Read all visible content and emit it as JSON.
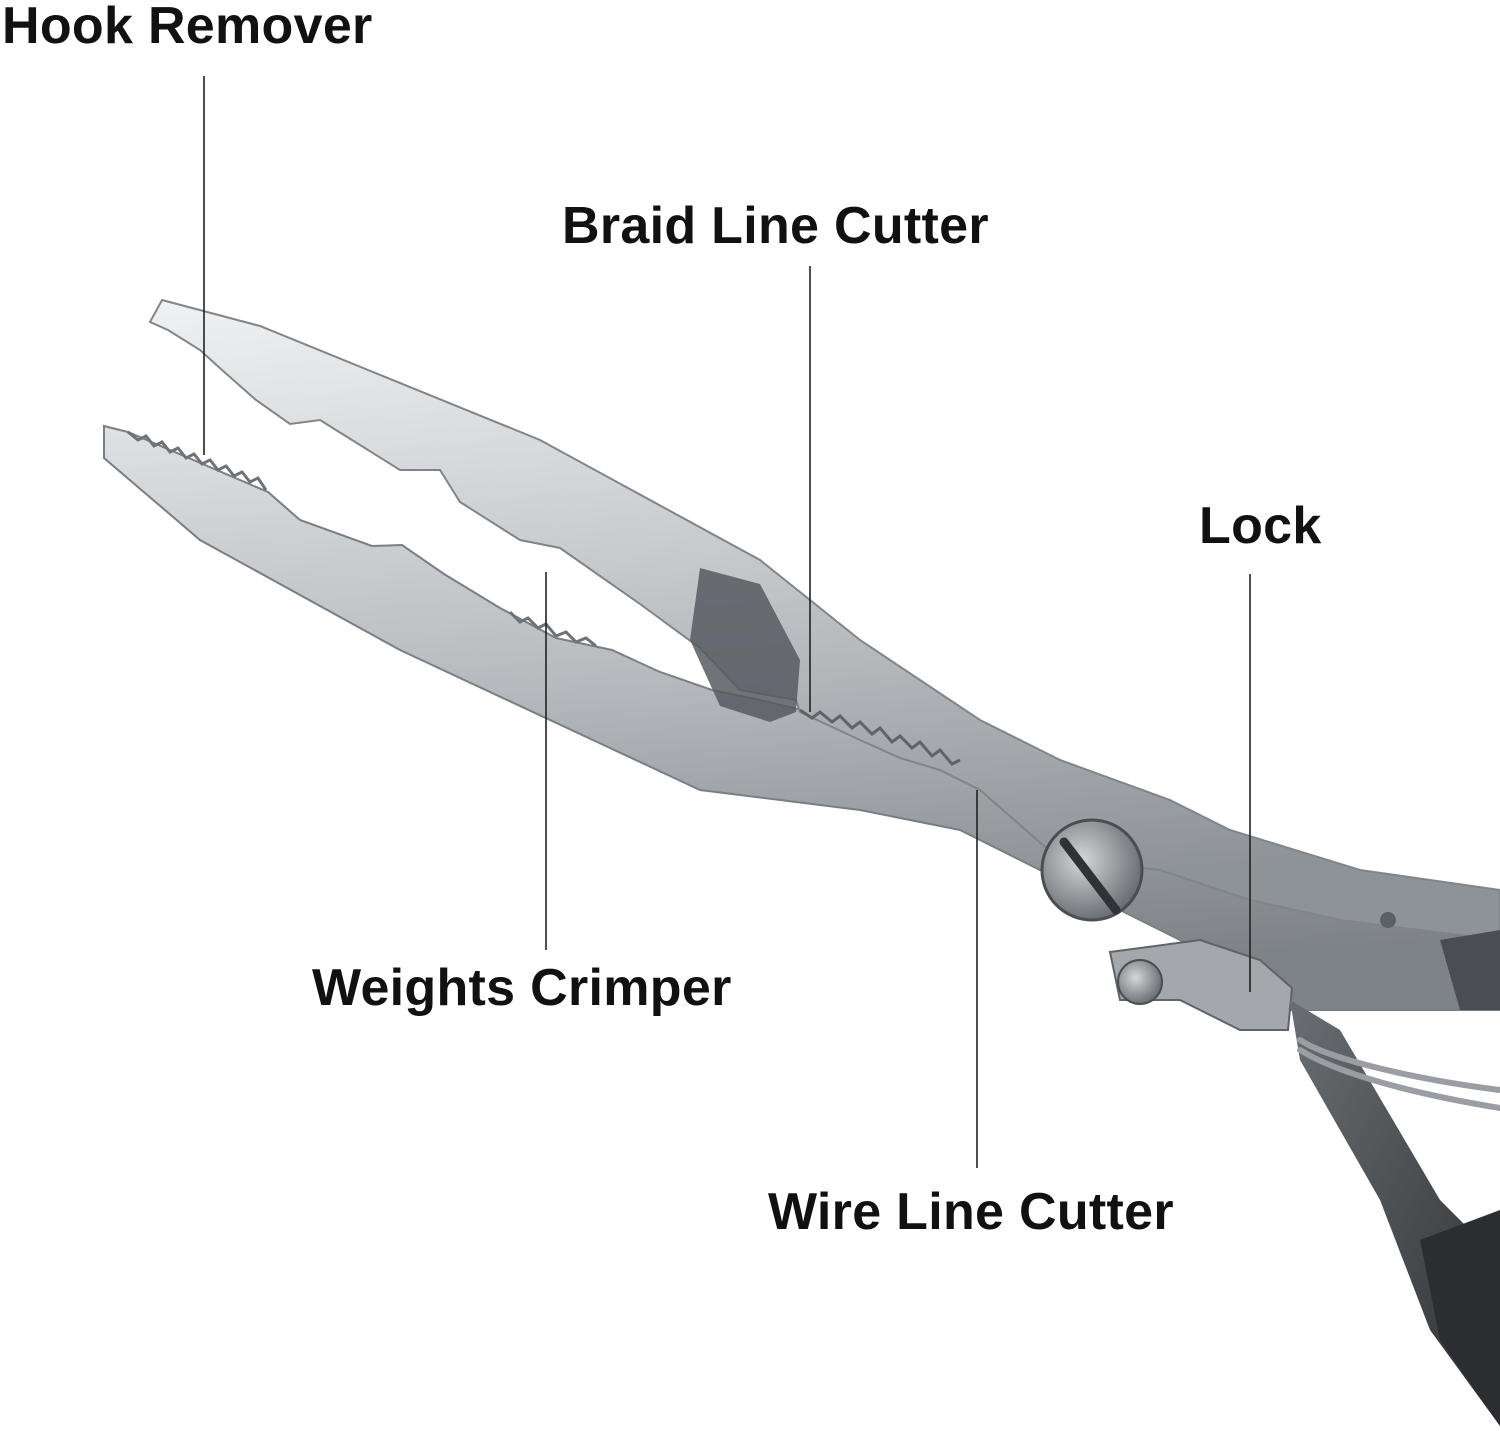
{
  "callouts": {
    "hook_remover": "Hook Remover",
    "braid_line_cutter": "Braid Line Cutter",
    "lock": "Lock",
    "weights_crimper": "Weights Crimper",
    "wire_line_cutter": "Wire Line Cutter"
  },
  "colors": {
    "steel_light": "#e6e8ea",
    "steel_mid": "#b9bdc1",
    "steel_dark": "#6e7378",
    "handle": "#4a4d51",
    "grip": "#2b2d30",
    "text": "#111111",
    "leader": "#222222"
  }
}
